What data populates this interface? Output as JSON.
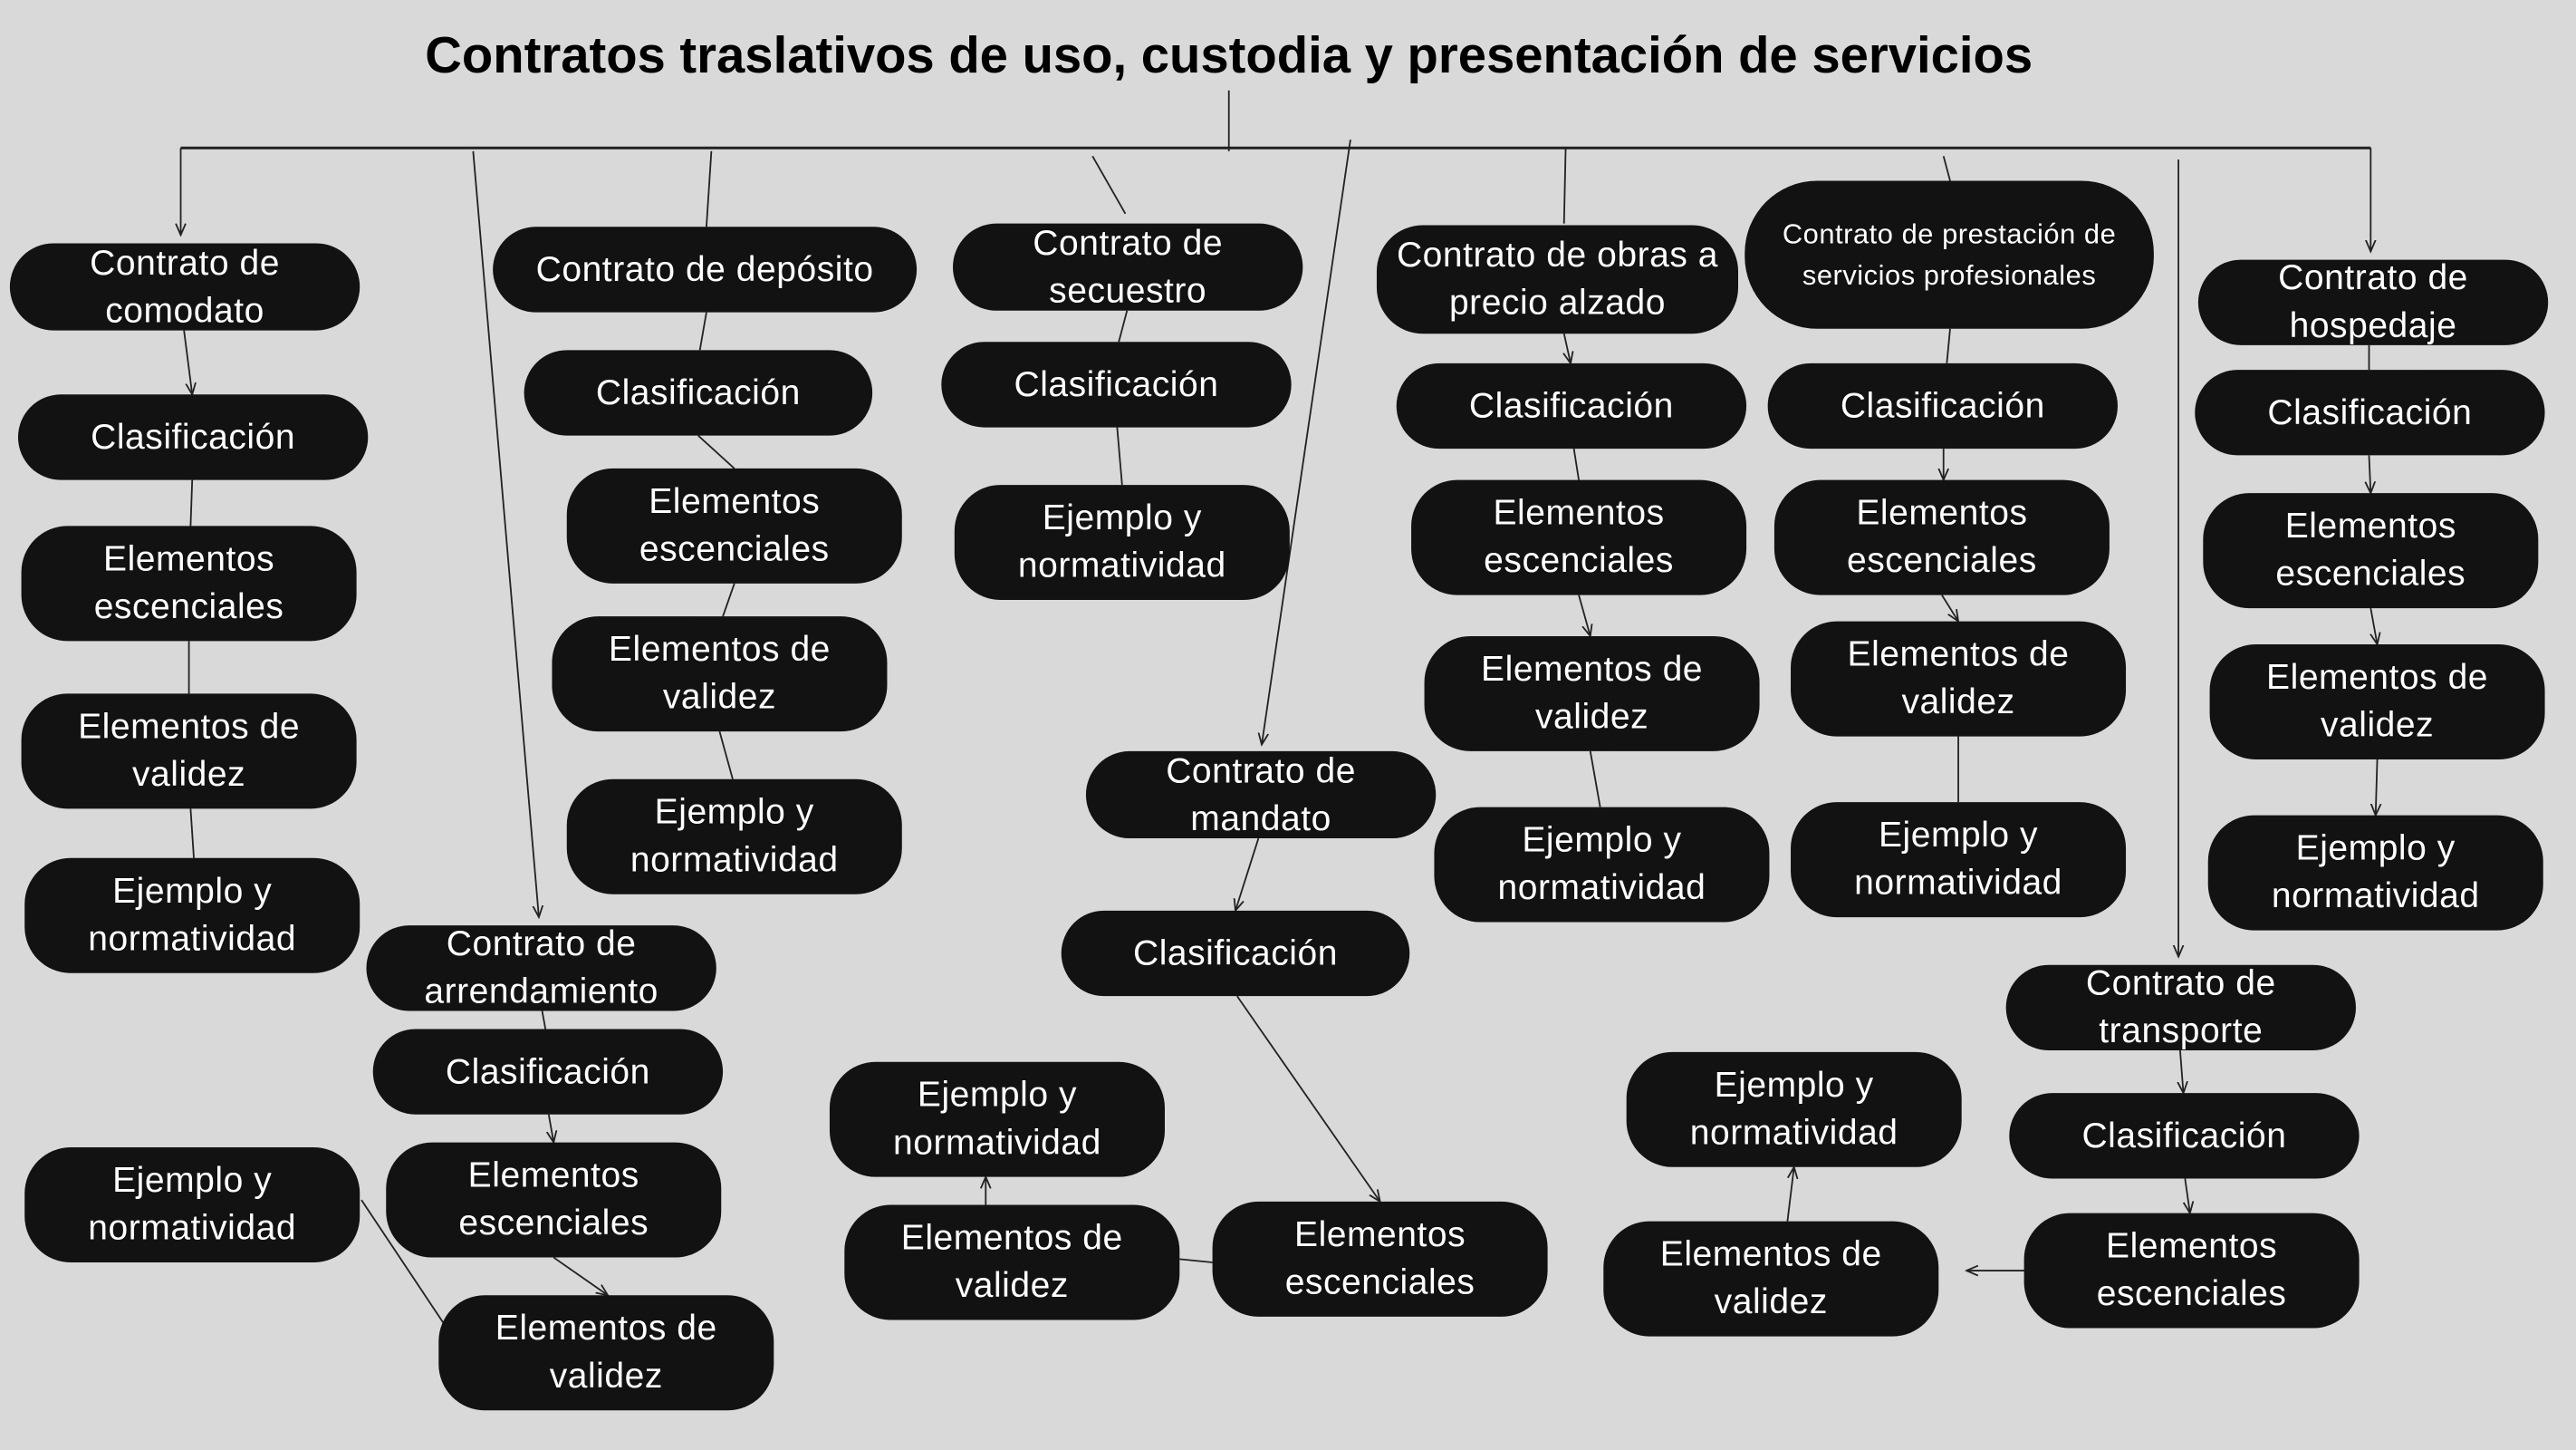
{
  "title": "Contratos traslativos de uso, custodia y presentación de servicios",
  "colors": {
    "background": "#d9d9d9",
    "node_fill": "#121212",
    "node_text": "#ffffff",
    "connector": "#222222"
  },
  "nodes": [
    {
      "id": "comodato",
      "text": "Contrato de comodato"
    },
    {
      "id": "comodato-clasificacion",
      "text": "Clasificación"
    },
    {
      "id": "comodato-elementos-esenciales",
      "text": "Elementos escenciales"
    },
    {
      "id": "comodato-elementos-validez",
      "text": "Elementos de validez"
    },
    {
      "id": "comodato-ejemplo",
      "text": "Ejemplo y normatividad"
    },
    {
      "id": "deposito",
      "text": "Contrato de depósito"
    },
    {
      "id": "deposito-clasificacion",
      "text": "Clasificación"
    },
    {
      "id": "deposito-elementos-esenciales",
      "text": "Elementos escenciales"
    },
    {
      "id": "deposito-elementos-validez",
      "text": "Elementos de validez"
    },
    {
      "id": "deposito-ejemplo",
      "text": "Ejemplo y normatividad"
    },
    {
      "id": "secuestro",
      "text": "Contrato de secuestro"
    },
    {
      "id": "secuestro-clasificacion",
      "text": "Clasificación"
    },
    {
      "id": "secuestro-ejemplo",
      "text": "Ejemplo y normatividad"
    },
    {
      "id": "obras",
      "text": "Contrato de obras a precio alzado"
    },
    {
      "id": "obras-clasificacion",
      "text": "Clasificación"
    },
    {
      "id": "obras-elementos-esenciales",
      "text": "Elementos escenciales"
    },
    {
      "id": "obras-elementos-validez",
      "text": "Elementos de validez"
    },
    {
      "id": "obras-ejemplo",
      "text": "Ejemplo y normatividad"
    },
    {
      "id": "prestacion",
      "text": "Contrato de prestación de servicios profesionales"
    },
    {
      "id": "prestacion-clasificacion",
      "text": "Clasificación"
    },
    {
      "id": "prestacion-elementos-esenciales",
      "text": "Elementos escenciales"
    },
    {
      "id": "prestacion-elementos-validez",
      "text": "Elementos de validez"
    },
    {
      "id": "prestacion-ejemplo",
      "text": "Ejemplo y normatividad"
    },
    {
      "id": "hospedaje",
      "text": "Contrato de hospedaje"
    },
    {
      "id": "hospedaje-clasificacion",
      "text": "Clasificación"
    },
    {
      "id": "hospedaje-elementos-esenciales",
      "text": "Elementos escenciales"
    },
    {
      "id": "hospedaje-elementos-validez",
      "text": "Elementos de validez"
    },
    {
      "id": "hospedaje-ejemplo",
      "text": "Ejemplo y normatividad"
    },
    {
      "id": "mandato",
      "text": "Contrato de mandato"
    },
    {
      "id": "mandato-clasificacion",
      "text": "Clasificación"
    },
    {
      "id": "mandato-elementos-esenciales",
      "text": "Elementos escenciales"
    },
    {
      "id": "mandato-elementos-validez",
      "text": "Elementos de validez"
    },
    {
      "id": "mandato-ejemplo",
      "text": "Ejemplo y normatividad"
    },
    {
      "id": "arrendamiento",
      "text": "Contrato de arrendamiento"
    },
    {
      "id": "arrendamiento-clasificacion",
      "text": "Clasificación"
    },
    {
      "id": "arrendamiento-elementos-esenciales",
      "text": "Elementos escenciales"
    },
    {
      "id": "arrendamiento-elementos-validez",
      "text": "Elementos de validez"
    },
    {
      "id": "arrendamiento-ejemplo",
      "text": "Ejemplo y normatividad"
    },
    {
      "id": "transporte",
      "text": "Contrato de transporte"
    },
    {
      "id": "transporte-clasificacion",
      "text": "Clasificación"
    },
    {
      "id": "transporte-elementos-esenciales",
      "text": "Elementos escenciales"
    },
    {
      "id": "transporte-elementos-validez",
      "text": "Elementos de validez"
    },
    {
      "id": "transporte-ejemplo",
      "text": "Ejemplo y normatividad"
    }
  ]
}
